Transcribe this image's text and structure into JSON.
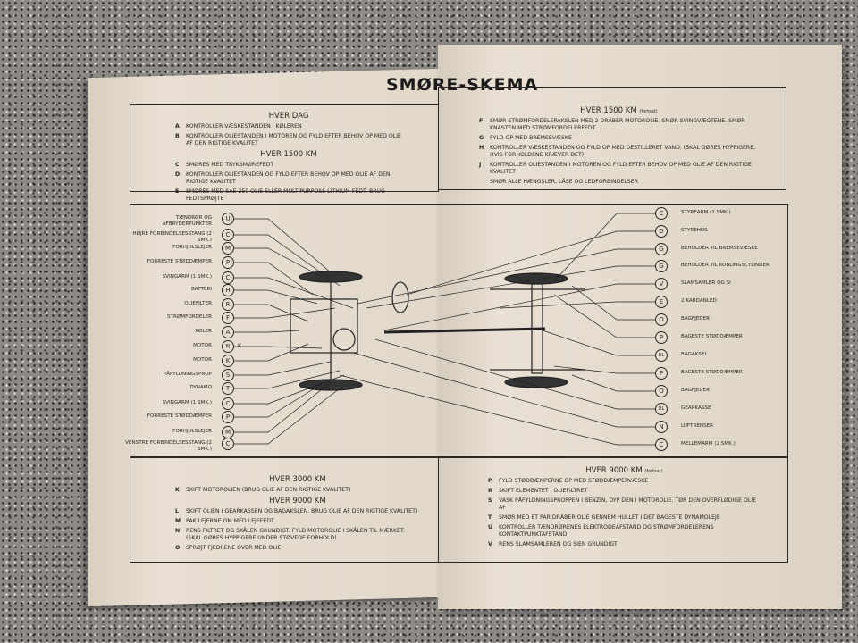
{
  "title": "SMØRE-SKEMA",
  "top_left": {
    "h1": "HVER DAG",
    "items1": [
      [
        "A",
        "KONTROLLER VÆSKESTANDEN I KØLEREN"
      ],
      [
        "B",
        "KONTROLLER OLIESTANDEN I MOTOREN OG FYLD EFTER BEHOV OP MED OLIE AF DEN RIGTIGE KVALITET"
      ]
    ],
    "h2": "HVER 1500 KM",
    "items2": [
      [
        "C",
        "SMØRES MED TRYKSMØREFEDT"
      ],
      [
        "D",
        "KONTROLLER OLIESTANDEN OG FYLD EFTER BEHOV OP MED OLIE AF DEN RIGTIGE KVALITET"
      ],
      [
        "E",
        "SMØRES MED SAE 250 OLIE ELLER MULTIPURPOSE LITHIUM-FEDT. BRUG FEDTSPRØJTE"
      ]
    ]
  },
  "top_right": {
    "h": "HVER 1500 KM",
    "note": "(fortsat)",
    "items": [
      [
        "F",
        "SMØR STRØMFORDELERAKSLEN MED 2 DRÅBER MOTOROLIE. SMØR SVINGVÆGTENE. SMØR KNASTEN MED STRØMFORDELERFEDT"
      ],
      [
        "G",
        "FYLD OP MED BREMSEVÆSKE"
      ],
      [
        "H",
        "KONTROLLER VÆSKESTANDEN OG FYLD OP MED DESTILLERET VAND. (SKAL GØRES HYPPIGERE, HVIS FORHOLDENE KRÆVER DET)"
      ],
      [
        "J",
        "KONTROLLER OLIESTANDEN I MOTOREN OG FYLD EFTER BEHOV OP MED OLIE AF DEN RIGTIGE KVALITET"
      ],
      [
        "",
        "SMØR ALLE HÆNGSLER, LÅSE OG LEDFORBINDELSER"
      ]
    ]
  },
  "left_labels": [
    [
      "TÆNDRØR OG AFBRYDERPUNKTER",
      "U"
    ],
    [
      "HØJRE FORBINDELSESSTANG (2 SMK.)",
      "C"
    ],
    [
      "FORHJULSLEJER",
      "M"
    ],
    [
      "FORRESTE STØDDÆMPER",
      "P"
    ],
    [
      "SVINGARM (1 SMK.)",
      "C"
    ],
    [
      "BATTERI",
      "H"
    ],
    [
      "OLIEFILTER",
      "R"
    ],
    [
      "STRØMFORDELER",
      "F"
    ],
    [
      "KØLER",
      "A"
    ],
    [
      "MOTOR",
      "BJ"
    ],
    [
      "MOTOR",
      "K"
    ],
    [
      "PÅFYLDNINGSPROP",
      "S"
    ],
    [
      "DYNAMO",
      "T"
    ],
    [
      "SVINGARM (1 SMK.)",
      "C"
    ],
    [
      "FORRESTE STØDDÆMPER",
      "P"
    ],
    [
      "FORHJULSLEJER",
      "M"
    ],
    [
      "VENSTRE FORBINDELSESSTANG (2 SMK.)",
      "C"
    ]
  ],
  "motor_extra": "K",
  "right_labels": [
    [
      "C",
      "STYREARM (1 SMK.)"
    ],
    [
      "D",
      "STYREHUS"
    ],
    [
      "G",
      "BEHOLDER TIL BREMSEVÆSKE"
    ],
    [
      "G",
      "BEHOLDER TIL KOBLINGSCYLINDER"
    ],
    [
      "V",
      "SLAMSAMLER OG SI"
    ],
    [
      "E",
      "2 KARDANLED"
    ],
    [
      "O",
      "BAGFJEDER"
    ],
    [
      "P",
      "BAGESTE STØDDÆMPER"
    ],
    [
      "DL",
      "BAGAKSEL"
    ],
    [
      "P",
      "BAGESTE STØDDÆMPER"
    ],
    [
      "O",
      "BAGFJEDER"
    ],
    [
      "DL",
      "GEARKASSE"
    ],
    [
      "N",
      "LUFTRENSER"
    ],
    [
      "C",
      "MELLEMARM (2 SMK.)"
    ]
  ],
  "bottom_left": {
    "h1": "HVER 3000 KM",
    "items1": [
      [
        "K",
        "SKIFT MOTOROLIEN (BRUG OLIE AF DEN RIGTIGE KVALITET)"
      ]
    ],
    "h2": "HVER 9000 KM",
    "items2": [
      [
        "L",
        "SKIFT OLIEN I GEARKASSEN OG BAGAKSLEN. BRUG OLIE AF DEN RIGTIGE KVALITET)"
      ],
      [
        "M",
        "PAK LEJERNE OM MED LEJEFEDT"
      ],
      [
        "N",
        "RENS FILTRET OG SKÅLEN GRUNDIGT. FYLD MOTOROLIE I SKÅLEN TIL MÆRKET. (SKAL GØRES HYPPIGERE UNDER STØVEDE FORHOLD)"
      ],
      [
        "O",
        "SPRØJT FJEDRENE OVER MED OLIE"
      ]
    ]
  },
  "bottom_right": {
    "h": "HVER 9000 KM",
    "note": "(fortsat)",
    "items": [
      [
        "P",
        "FYLD STØDDÆMPERNE OP MED STØDDÆMPERVÆSKE"
      ],
      [
        "R",
        "SKIFT ELEMENTET I OLIEFILTRET"
      ],
      [
        "S",
        "VASK PÅFYLDNINGSPROPPEN I BENZIN, DYP DEN I MOTOROLIE. TØR DEN OVERFLØDIGE OLIE AF"
      ],
      [
        "T",
        "SMØR MED ET PAR DRÅBER OLIE GENNEM HULLET I DET BAGESTE DYNAMOLEJE"
      ],
      [
        "U",
        "KONTROLLER TÆNDRØRENES ELEKTRODEAFSTAND OG STRØMFORDELERENS KONTAKTPUNKTAFSTAND"
      ],
      [
        "V",
        "RENS SLAMSAMLEREN OG SIEN GRUNDIGT"
      ]
    ]
  }
}
